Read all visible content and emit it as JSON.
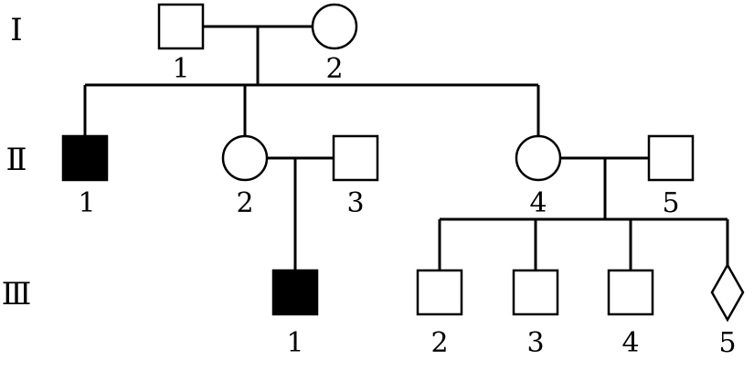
{
  "generations": [
    {
      "label": "Ⅰ"
    },
    {
      "label": "Ⅱ"
    },
    {
      "label": "Ⅲ"
    }
  ],
  "individuals": {
    "I1": {
      "label": "1",
      "sex": "male",
      "affected": false
    },
    "I2": {
      "label": "2",
      "sex": "female",
      "affected": false
    },
    "II1": {
      "label": "1",
      "sex": "male",
      "affected": true
    },
    "II2": {
      "label": "2",
      "sex": "female",
      "affected": false
    },
    "II3": {
      "label": "3",
      "sex": "male",
      "affected": false
    },
    "II4": {
      "label": "4",
      "sex": "female",
      "affected": false
    },
    "II5": {
      "label": "5",
      "sex": "male",
      "affected": false
    },
    "III1": {
      "label": "1",
      "sex": "male",
      "affected": true
    },
    "III2": {
      "label": "2",
      "sex": "male",
      "affected": false
    },
    "III3": {
      "label": "3",
      "sex": "male",
      "affected": false
    },
    "III4": {
      "label": "4",
      "sex": "male",
      "affected": false
    },
    "III5": {
      "label": "5",
      "sex": "unknown",
      "affected": false
    }
  },
  "colors": {
    "affected_fill": "#000000",
    "unaffected_fill": "#ffffff",
    "line": "#000000"
  }
}
